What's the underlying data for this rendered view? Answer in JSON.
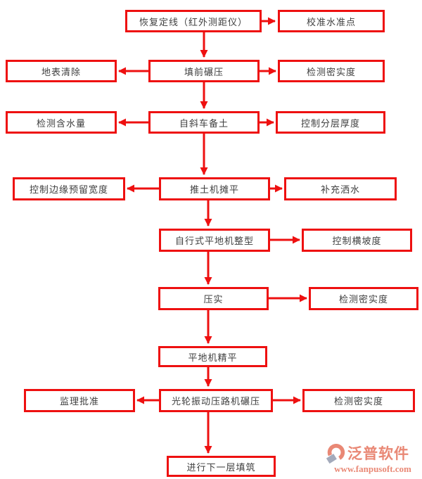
{
  "colors": {
    "flow_red": "#ee1010",
    "node_text": "#404040",
    "logo_salmon": "#e98875",
    "logo_gray": "#a3aabb"
  },
  "nodes": {
    "restore_alignment": {
      "label": "恢复定线（红外测距仪）"
    },
    "calibrate_benchmark": {
      "label": "校准水准点"
    },
    "surface_clearing": {
      "label": "地表清除"
    },
    "pre_fill_rolling": {
      "label": "填前碾压"
    },
    "density_check_1": {
      "label": "检测密实度"
    },
    "moisture_check": {
      "label": "检测含水量"
    },
    "dump_truck_soil": {
      "label": "自斜车备土"
    },
    "layer_thickness_control": {
      "label": "控制分层厚度"
    },
    "edge_width_control": {
      "label": "控制边缘预留宽度"
    },
    "bulldozer_spreading": {
      "label": "推土机摊平"
    },
    "water_replenish": {
      "label": "补充洒水"
    },
    "grader_shaping": {
      "label": "自行式平地机整型"
    },
    "cross_slope_control": {
      "label": "控制横坡度"
    },
    "compaction": {
      "label": "压实"
    },
    "density_check_2": {
      "label": "检测密实度"
    },
    "grader_fine_leveling": {
      "label": "平地机精平"
    },
    "supervision_approval": {
      "label": "监理批准"
    },
    "vibratory_roller": {
      "label": "光轮振动压路机碾压"
    },
    "density_check_3": {
      "label": "检测密实度"
    },
    "next_layer": {
      "label": "进行下一层填筑"
    }
  },
  "edges": [
    {
      "from": "restore_alignment",
      "to": "calibrate_benchmark"
    },
    {
      "from": "restore_alignment",
      "to": "pre_fill_rolling"
    },
    {
      "from": "pre_fill_rolling",
      "to": "surface_clearing"
    },
    {
      "from": "pre_fill_rolling",
      "to": "density_check_1"
    },
    {
      "from": "pre_fill_rolling",
      "to": "dump_truck_soil"
    },
    {
      "from": "dump_truck_soil",
      "to": "moisture_check"
    },
    {
      "from": "dump_truck_soil",
      "to": "layer_thickness_control"
    },
    {
      "from": "dump_truck_soil",
      "to": "bulldozer_spreading"
    },
    {
      "from": "bulldozer_spreading",
      "to": "edge_width_control"
    },
    {
      "from": "bulldozer_spreading",
      "to": "water_replenish"
    },
    {
      "from": "bulldozer_spreading",
      "to": "grader_shaping"
    },
    {
      "from": "grader_shaping",
      "to": "cross_slope_control"
    },
    {
      "from": "grader_shaping",
      "to": "compaction"
    },
    {
      "from": "compaction",
      "to": "density_check_2"
    },
    {
      "from": "compaction",
      "to": "grader_fine_leveling"
    },
    {
      "from": "grader_fine_leveling",
      "to": "vibratory_roller"
    },
    {
      "from": "vibratory_roller",
      "to": "supervision_approval"
    },
    {
      "from": "vibratory_roller",
      "to": "density_check_3"
    },
    {
      "from": "vibratory_roller",
      "to": "next_layer"
    }
  ],
  "logo": {
    "brand": "泛普软件",
    "website": "www.fanpusoft.com"
  }
}
